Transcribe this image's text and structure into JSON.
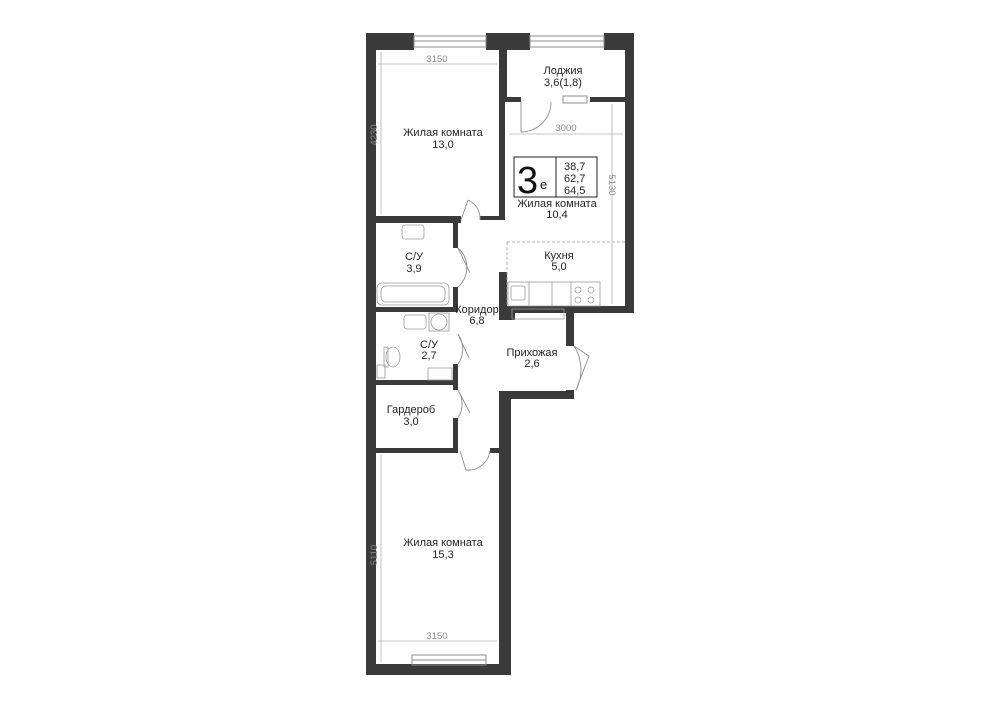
{
  "rooms": [
    {
      "id": "living-1",
      "name": "Жилая комната",
      "area": "13,0"
    },
    {
      "id": "loggia",
      "name": "Лоджия",
      "area": "3,6(1,8)"
    },
    {
      "id": "living-2",
      "name": "Жилая комната",
      "area": "10,4"
    },
    {
      "id": "kitchen",
      "name": "Кухня",
      "area": "5,0"
    },
    {
      "id": "bath-1",
      "name": "С/У",
      "area": "3,9"
    },
    {
      "id": "corridor",
      "name": "Коридор",
      "area": "6,8"
    },
    {
      "id": "bath-2",
      "name": "С/У",
      "area": "2,7"
    },
    {
      "id": "hall",
      "name": "Прихожая",
      "area": "2,6"
    },
    {
      "id": "wardrobe",
      "name": "Гардероб",
      "area": "3,0"
    },
    {
      "id": "living-3",
      "name": "Жилая комната",
      "area": "15,3"
    }
  ],
  "dimensions": {
    "top_width": "3150",
    "top_height": "4230",
    "mid_width": "3000",
    "mid_height": "5130",
    "bottom_height": "5110",
    "bottom_width": "3150"
  },
  "badge": {
    "number": "3",
    "suffix": "е",
    "area_living": "38,7",
    "area_total": "62,7",
    "area_with_loggia": "64,5"
  },
  "colors": {
    "wall": "#3a3a3a",
    "line": "#9a9a9a",
    "window": "#8c8c8c"
  }
}
